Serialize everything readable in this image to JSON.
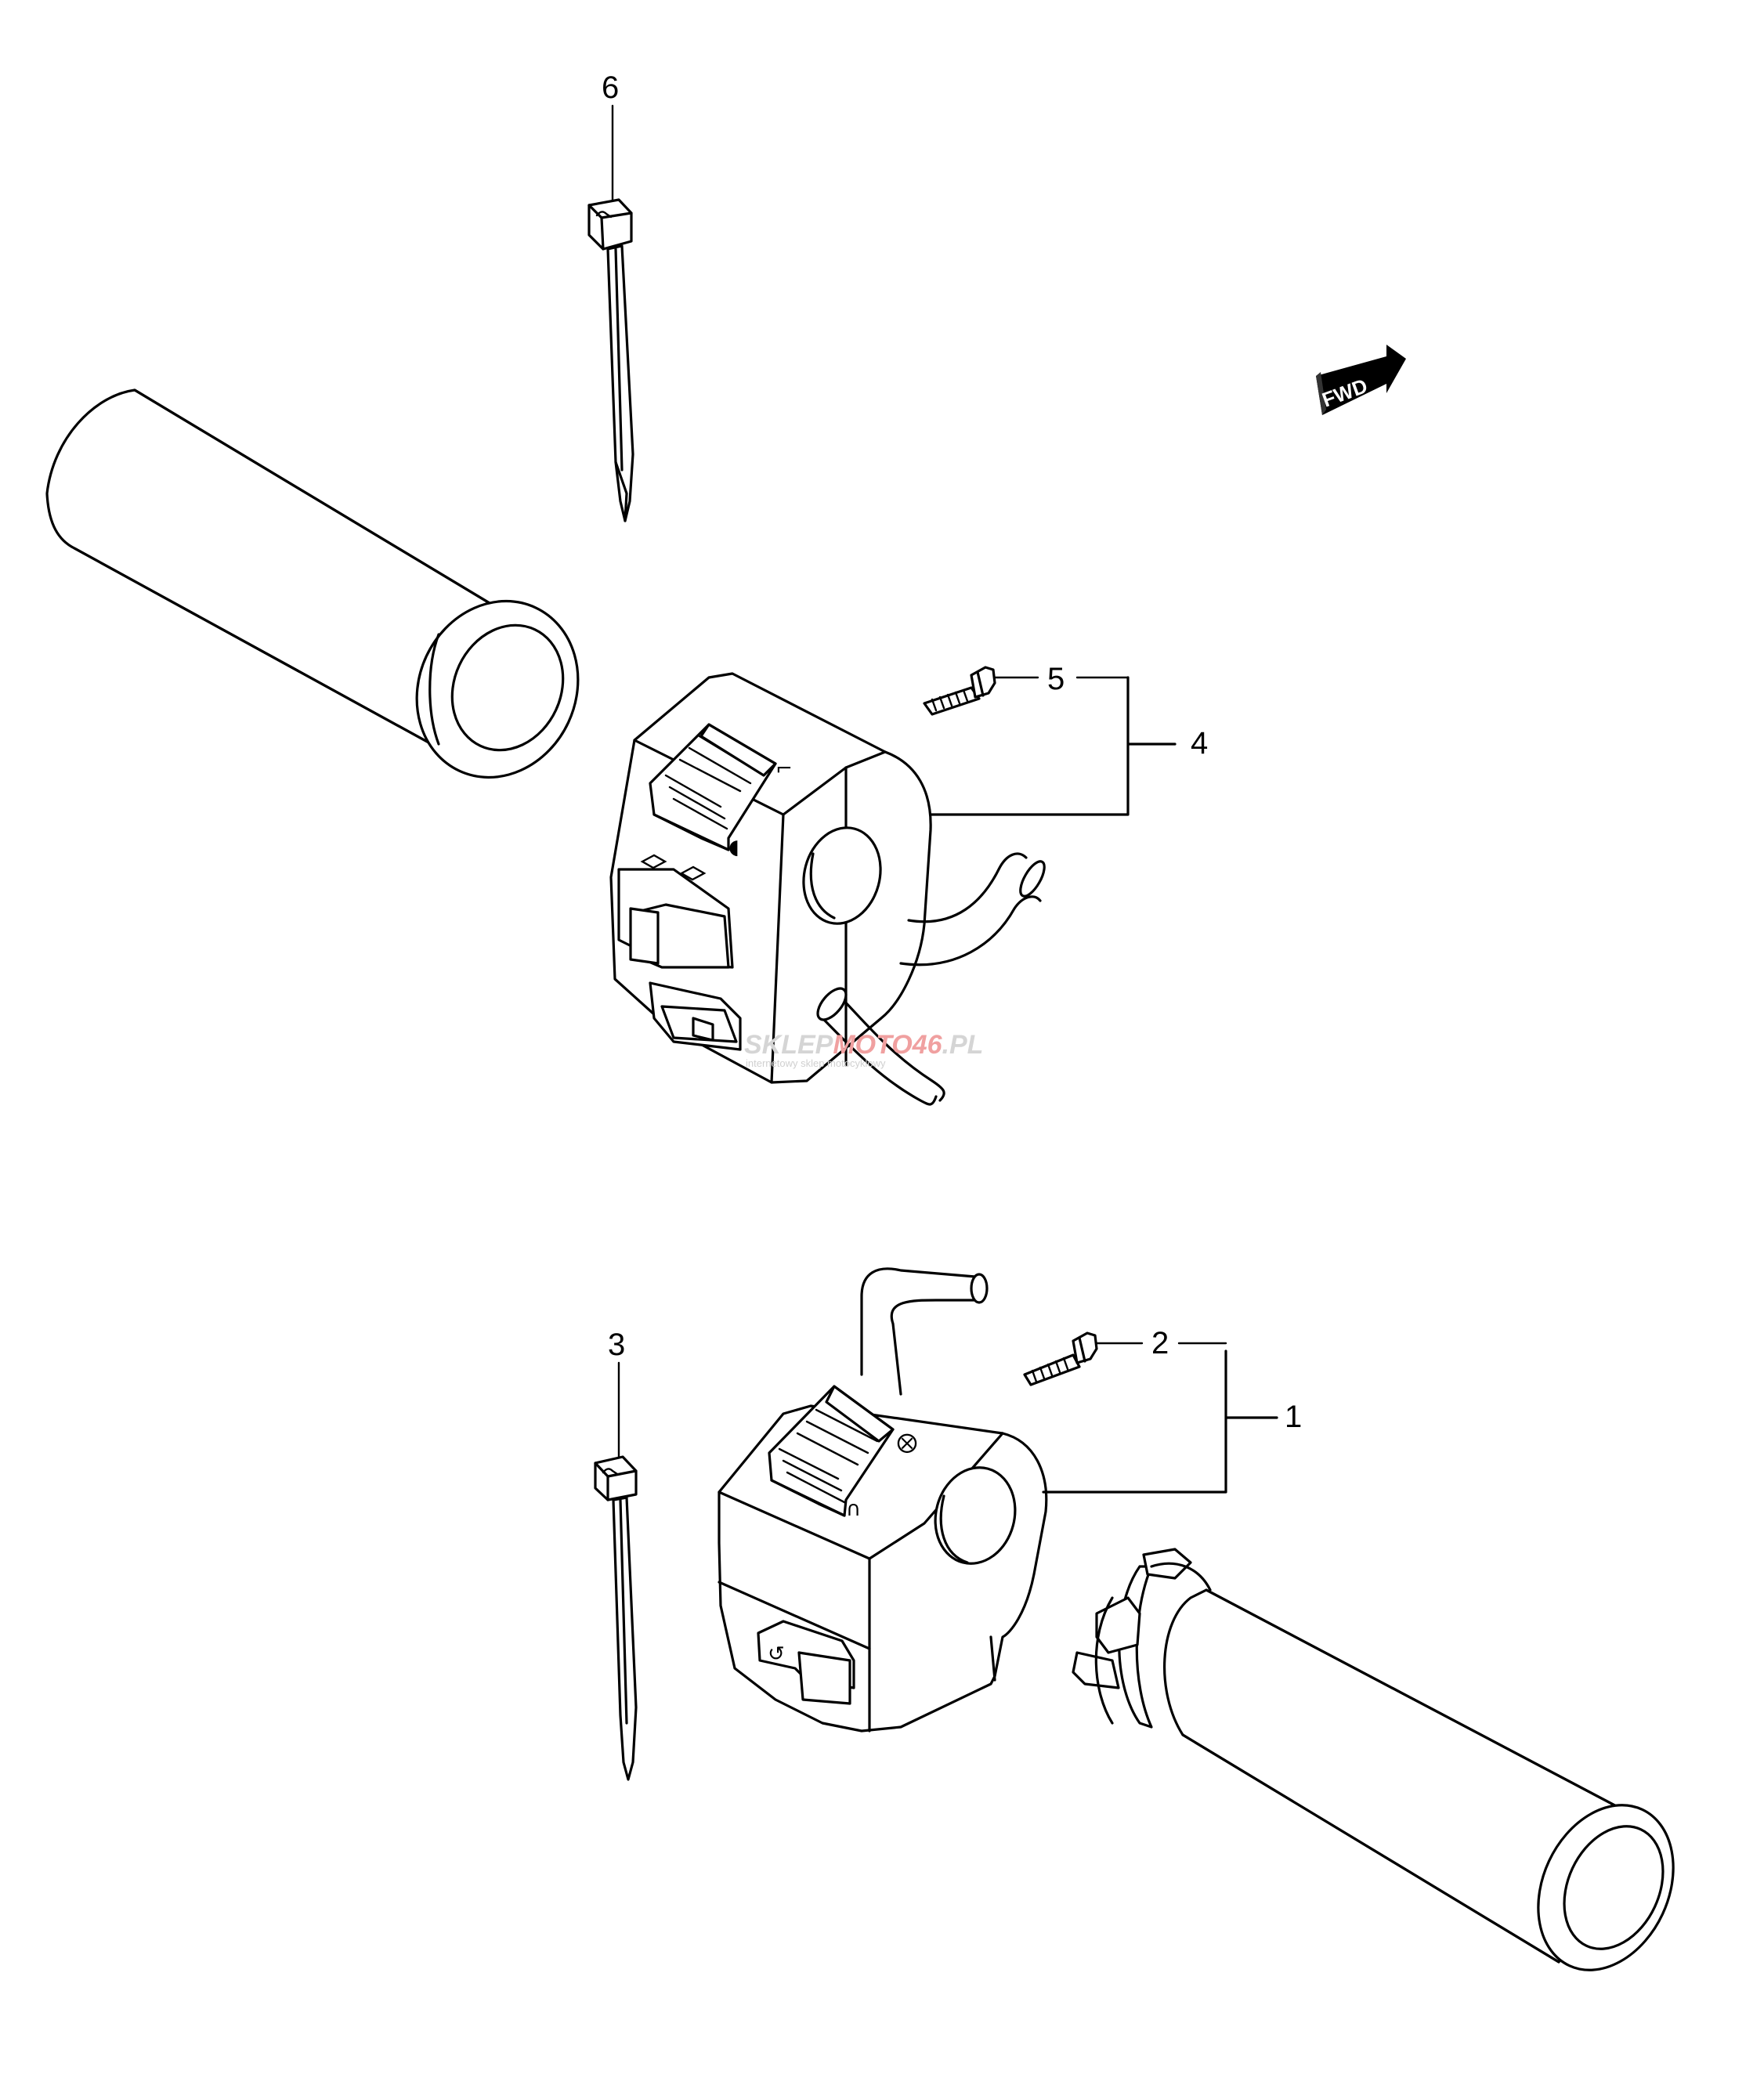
{
  "callouts": {
    "part1": "1",
    "part2": "2",
    "part3": "3",
    "part4": "4",
    "part5": "5",
    "part6": "6"
  },
  "fwd_label": "FWD",
  "watermark": {
    "brand_prefix": "SKLEP",
    "brand_highlight": "MOTO46",
    "brand_suffix": ".PL",
    "tagline": "internetowy sklep motocyklowy"
  },
  "colors": {
    "line": "#000000",
    "background": "#ffffff",
    "watermark_grey": "#d5d5d5",
    "watermark_red": "#f0a0a0"
  }
}
